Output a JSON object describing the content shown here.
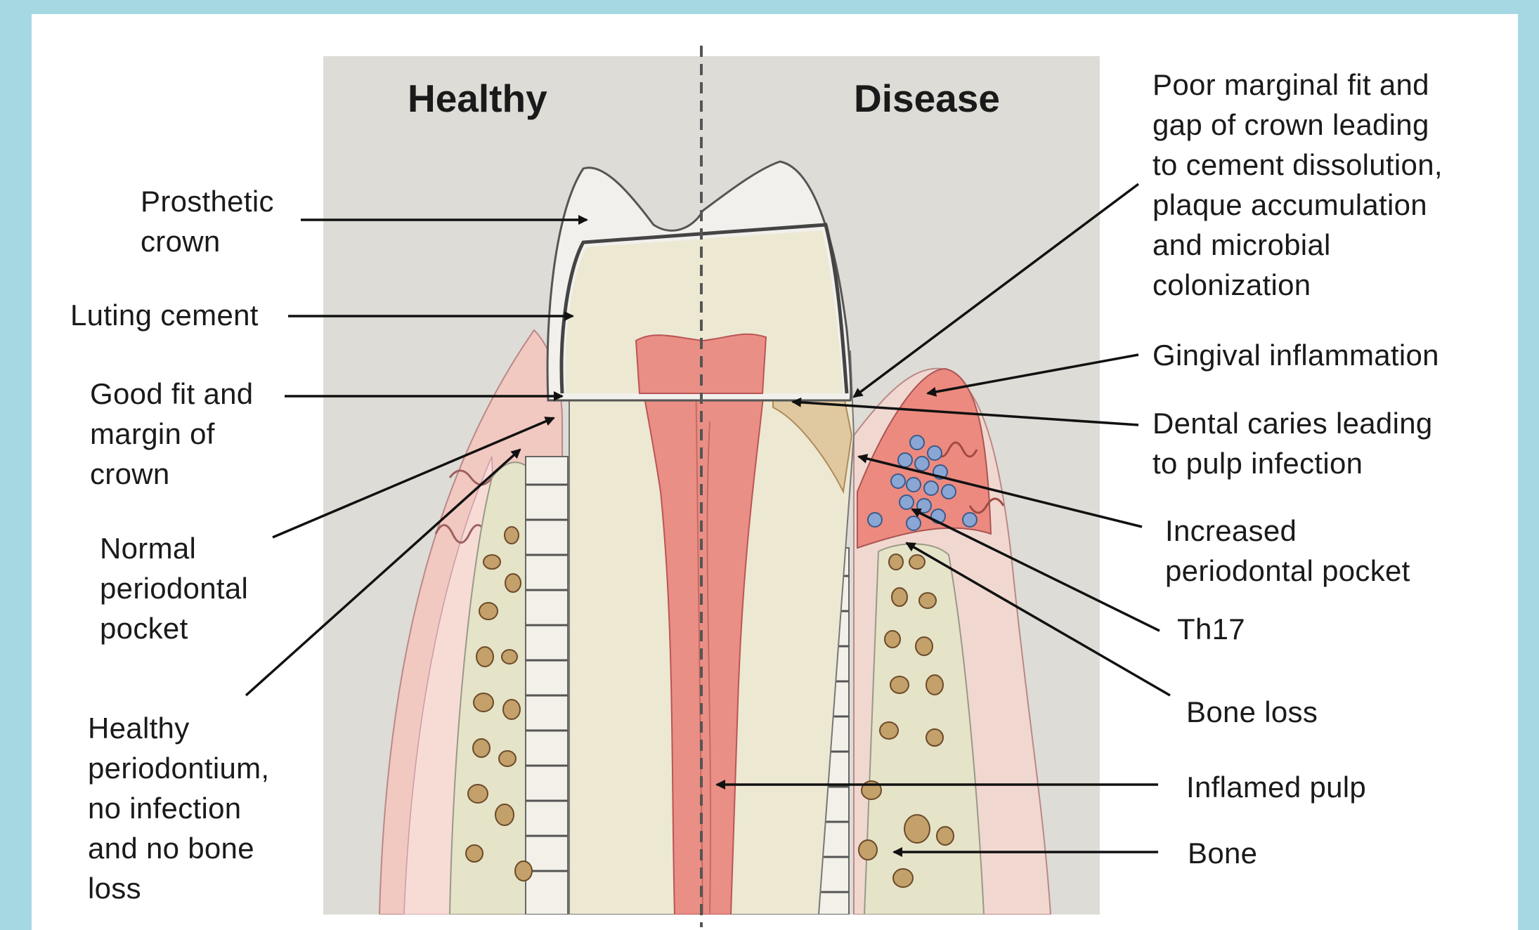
{
  "headings": {
    "healthy": "Healthy",
    "disease": "Disease"
  },
  "labels": {
    "prosthetic_crown": "Prosthetic\ncrown",
    "luting_cement": "Luting cement",
    "good_fit": "Good fit and\nmargin of\ncrown",
    "normal_pocket": "Normal\nperiodontal\npocket",
    "healthy_periodontium": "Healthy\nperiodontium,\nno infection\nand no bone\nloss",
    "poor_fit": "Poor marginal  fit and\ngap of crown leading\nto cement dissolution,\nplaque  accumulation\nand microbial\ncolonization",
    "gingival_inflammation": "Gingival  inflammation",
    "dental_caries": "Dental caries leading\nto pulp  infection",
    "increased_pocket": "Increased\nperiodontal pocket",
    "th17": "Th17",
    "bone_loss": "Bone loss",
    "inflamed_pulp": "Inflamed pulp",
    "bone": "Bone"
  },
  "colors": {
    "background": "#a5d8e3",
    "healthy_gum": "#f1c9c0",
    "inflamed_gum": "#ec8a7f",
    "pulp": "#e98f86",
    "dentin": "#ece8d2",
    "bone": "#e5e3c8",
    "th17_cells": "#8aa6d4"
  }
}
